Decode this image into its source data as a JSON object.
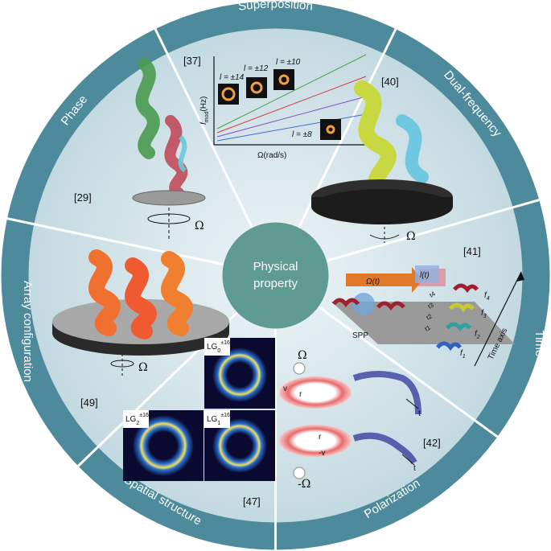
{
  "center": {
    "line1": "Physical",
    "line2": "property"
  },
  "segments": {
    "superposition": {
      "label": "Superposition",
      "ref": "[37]"
    },
    "dual_frequency": {
      "label": "Dual-frequency",
      "ref": "[40]"
    },
    "time": {
      "label": "Time",
      "ref": "[41]"
    },
    "polarization": {
      "label": "Polarization",
      "ref": "[42]"
    },
    "spatial_structure": {
      "label": "Spatial structure",
      "ref": "[47]"
    },
    "array_configuration": {
      "label": "Array configuration",
      "ref": "[49]"
    },
    "phase": {
      "label": "Phase",
      "ref": "[29]"
    }
  },
  "superposition_plot": {
    "ylabel_f": "f",
    "ylabel_sub": "mod",
    "ylabel_unit": "(Hz)",
    "xlabel": "Ω(rad/s)",
    "l14": "l = ±14",
    "l12": "l = ±12",
    "l10": "l = ±10",
    "l8": "l = ±8"
  },
  "omega": "Ω",
  "time_panel": {
    "omega_t": "Ω(t)",
    "l_t": "l(t)",
    "spp": "SPP",
    "t1": "t1",
    "t2": "t2",
    "t3": "t3",
    "t4": "t4",
    "f1": "f",
    "f2": "f",
    "f3": "f",
    "f4": "f",
    "f1s": "1",
    "f2s": "2",
    "f3s": "3",
    "f4s": "4",
    "time_axis": "Time axis"
  },
  "polarization_panel": {
    "omega_top": "Ω",
    "omega_bottom": "-Ω",
    "v": "v",
    "neg_v": "-v",
    "r": "r",
    "t": "t"
  },
  "spatial_panel": {
    "lg0": "LG",
    "lg0_sub": "0",
    "lg0_sup": "±16",
    "lg1": "LG",
    "lg1_sub": "1",
    "lg1_sup": "±16",
    "lg2": "LG",
    "lg2_sub": "2",
    "lg2_sup": "±16"
  },
  "colors": {
    "ring": "#4d8a9c",
    "inner": "#d2e4ea",
    "center": "#5f9a93"
  }
}
